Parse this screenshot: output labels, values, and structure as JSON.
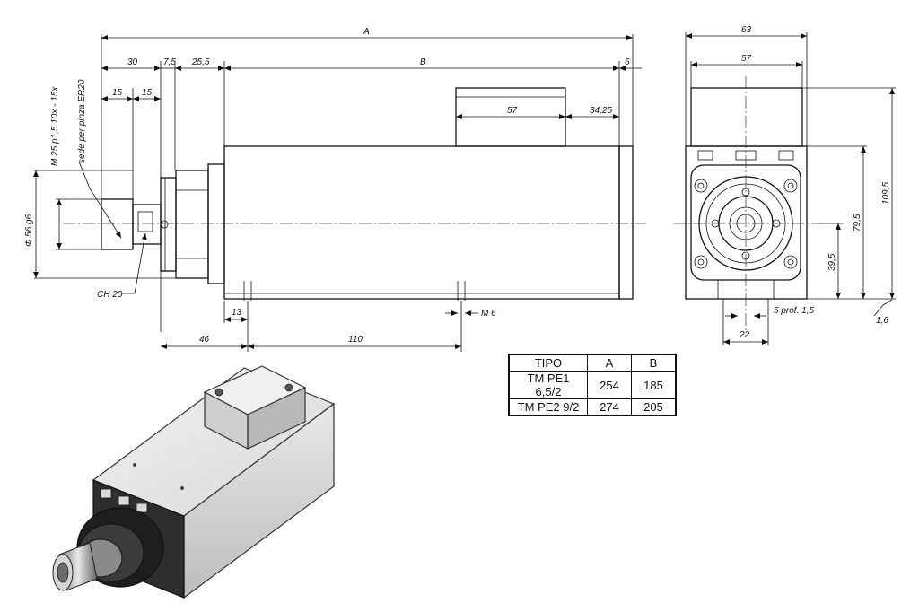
{
  "dimensions": {
    "A": "A",
    "B": "B",
    "d30": "30",
    "d7_5": "7,5",
    "d25_5": "25,5",
    "d6": "6",
    "d15a": "15",
    "d15b": "15",
    "d57_top": "57",
    "d34_25": "34,25",
    "d13": "13",
    "m6": "M 6",
    "d46": "46",
    "d110": "110",
    "d63": "63",
    "d57_side": "57",
    "d109_5": "109,5",
    "d79_5": "79,5",
    "d39_5": "39,5",
    "d22": "22",
    "d1_6": "1,6",
    "prof": "5 prof. 1,5",
    "phi56": "Φ 56 g6",
    "thread": "M 25 p1,5 10x - 15x",
    "collet": "sede per pinza ER20",
    "ch20": "CH 20"
  },
  "spec_table": {
    "headers": [
      "TIPO",
      "A",
      "B"
    ],
    "rows": [
      [
        "TM PE1 6,5/2",
        "254",
        "185"
      ],
      [
        "TM PE2 9/2",
        "274",
        "205"
      ]
    ]
  }
}
